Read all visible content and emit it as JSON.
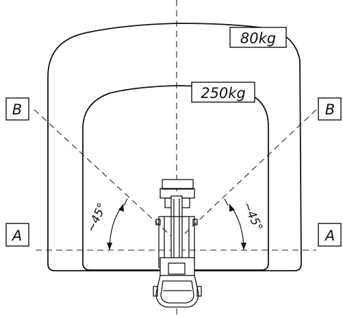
{
  "zones": {
    "outer_capacity": "80kg",
    "inner_capacity": "250kg"
  },
  "markers": {
    "line_a": "A",
    "line_b": "B"
  },
  "angles": {
    "left": "~45°",
    "right": "~45°"
  },
  "colors": {
    "line": "#111111",
    "background": "#ffffff"
  }
}
